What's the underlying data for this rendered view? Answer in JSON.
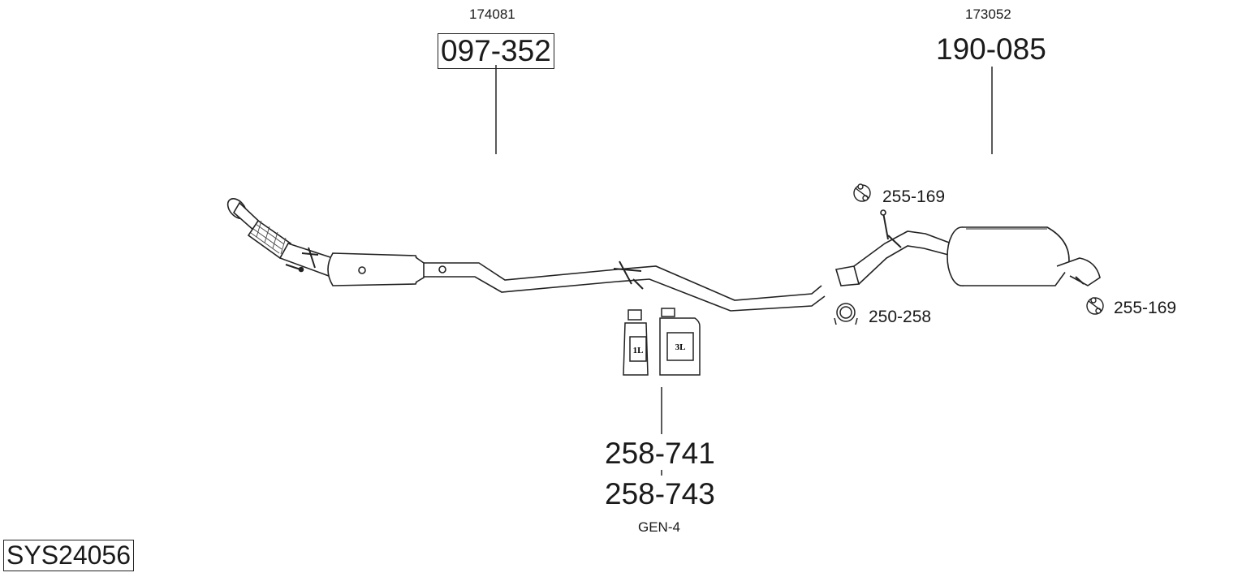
{
  "system_id": "SYS24056",
  "front_section": {
    "ref": "174081",
    "part": "097-352"
  },
  "rear_section": {
    "ref": "173052",
    "part": "190-085"
  },
  "hanger_top": {
    "part": "255-169"
  },
  "hanger_rear": {
    "part": "255-169"
  },
  "clamp": {
    "part": "250-258"
  },
  "additive": {
    "part_a": "258-741",
    "part_b": "258-743",
    "note": "GEN-4",
    "can_small": "1L",
    "can_large": "3L"
  }
}
